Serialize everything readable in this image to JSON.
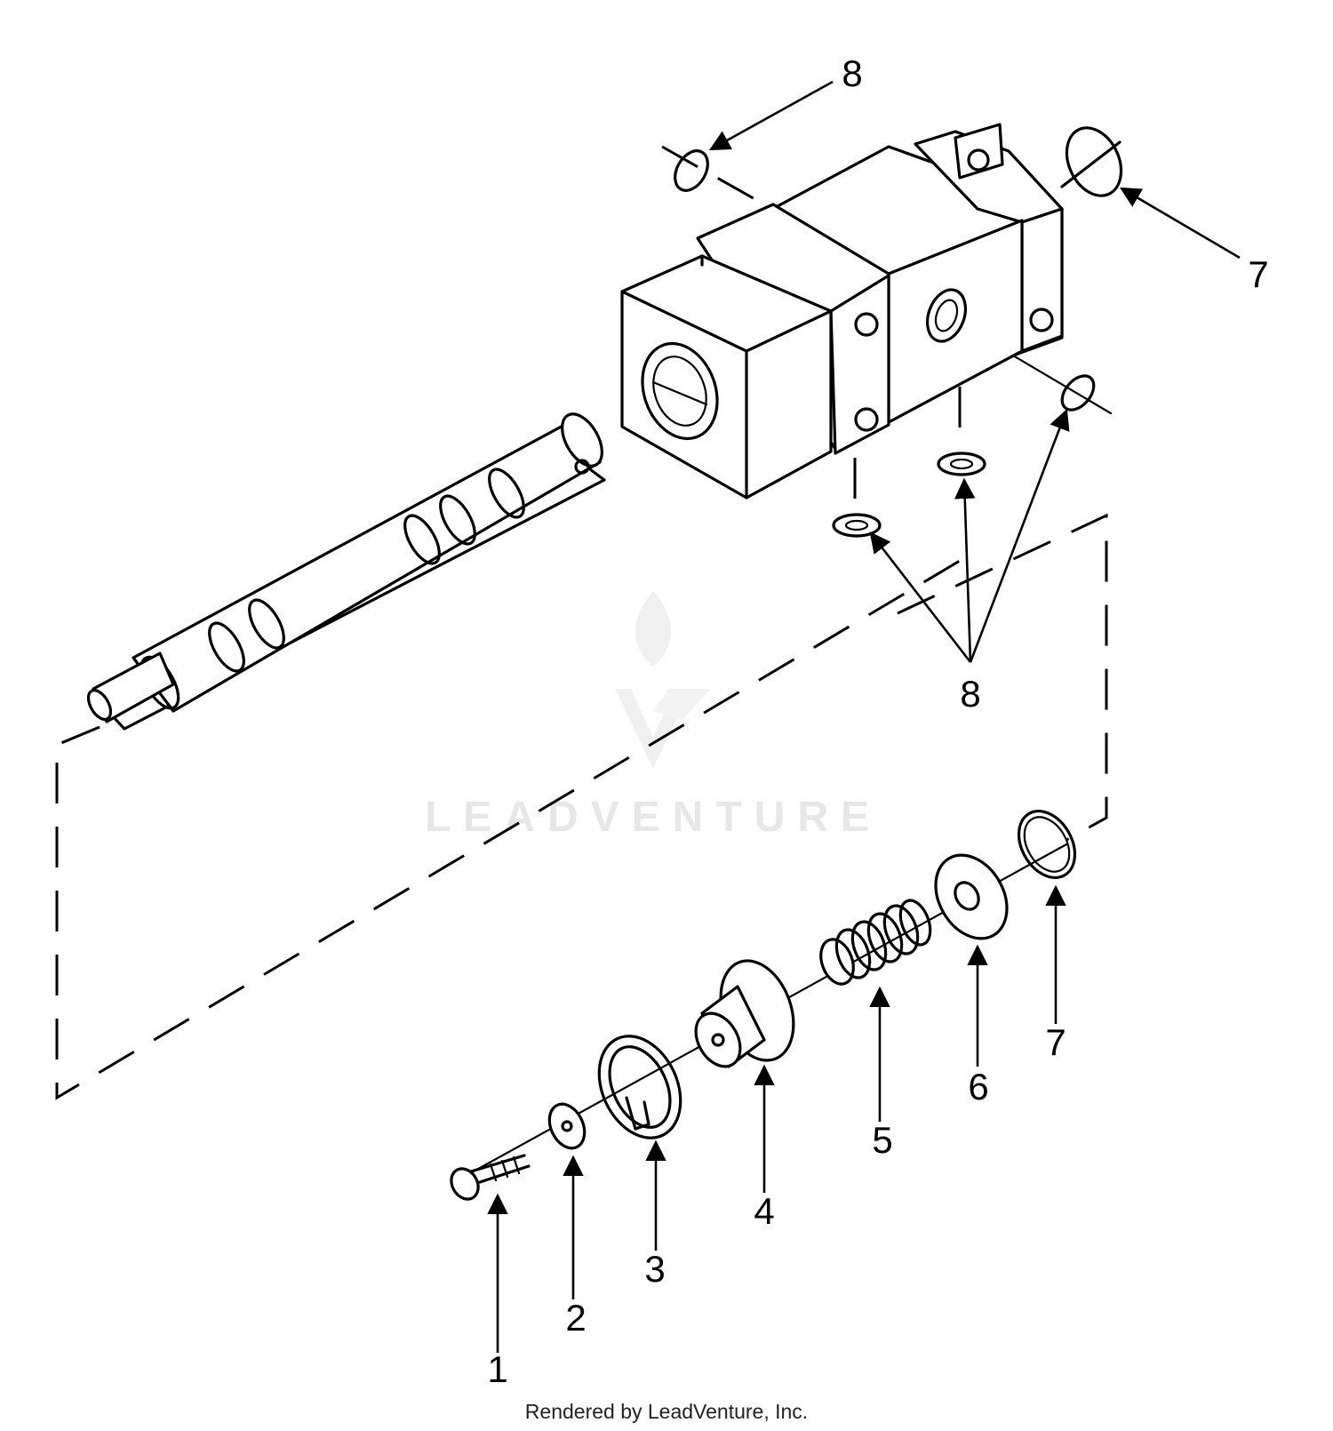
{
  "diagram": {
    "callouts": {
      "screw": "1",
      "washer": "2",
      "snap_ring": "3",
      "valve_cap": "4",
      "spring": "5",
      "disc": "6",
      "o_ring_top": "7",
      "o_ring_bottom": "7",
      "o_ring_top_left": "8",
      "o_ring_group": "8"
    }
  },
  "watermark": {
    "text": "LEADVENTURE"
  },
  "footer": {
    "credit": "Rendered by LeadVenture, Inc."
  }
}
